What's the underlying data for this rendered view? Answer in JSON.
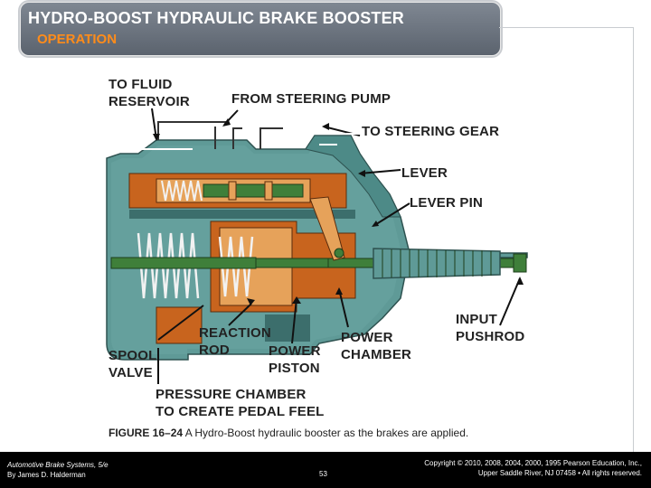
{
  "slide": {
    "title": "HYDRO-BOOST HYDRAULIC BRAKE BOOSTER",
    "subtitle": "OPERATION"
  },
  "diagram": {
    "labels": {
      "to_fluid_reservoir_1": "TO FLUID",
      "to_fluid_reservoir_2": "RESERVOIR",
      "from_steering_pump": "FROM STEERING PUMP",
      "to_steering_gear": "TO STEERING GEAR",
      "lever": "LEVER",
      "lever_pin": "LEVER PIN",
      "reaction_rod_1": "REACTION",
      "reaction_rod_2": "ROD",
      "power_piston_1": "POWER",
      "power_piston_2": "PISTON",
      "power_chamber_1": "POWER",
      "power_chamber_2": "CHAMBER",
      "input_pushrod_1": "INPUT",
      "input_pushrod_2": "PUSHROD",
      "spool_valve_1": "SPOOL",
      "spool_valve_2": "VALVE",
      "pressure_chamber_1": "PRESSURE CHAMBER",
      "pressure_chamber_2": "TO CREATE PEDAL FEEL"
    },
    "colors": {
      "housing": "#5f9a97",
      "housing_dark": "#3c6e6c",
      "fluid_orange": "#c8641e",
      "light_orange": "#e6a25a",
      "rod_green": "#3f7f3a",
      "spring": "#e8e8e8"
    }
  },
  "caption": {
    "figure_number": "FIGURE 16–24",
    "text": " A Hydro-Boost hydraulic booster as the brakes are applied."
  },
  "footer": {
    "book_title": "Automotive Brake Systems, 5/e",
    "author": "By James D. Halderman",
    "page_number": "53",
    "copyright_1": "Copyright © 2010, 2008, 2004, 2000, 1995 Pearson Education, Inc.,",
    "copyright_2": "Upper Saddle River, NJ 07458 • All rights reserved."
  }
}
